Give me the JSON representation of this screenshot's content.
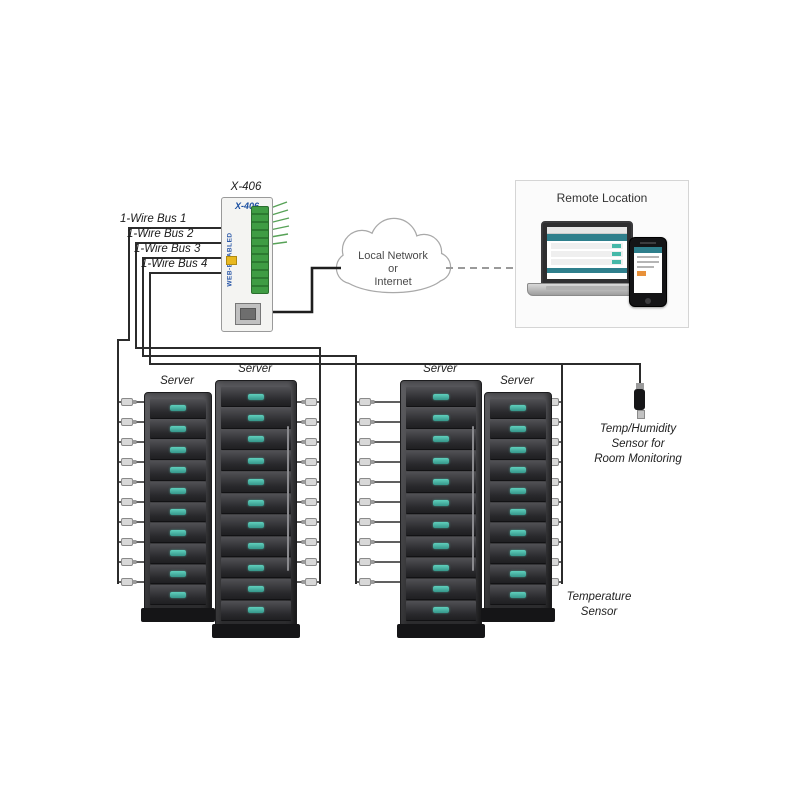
{
  "device": {
    "title": "X-406",
    "brand": "X-406",
    "side_label": "WEB-ENABLED"
  },
  "bus_labels": [
    "1-Wire Bus 1",
    "1-Wire Bus 2",
    "1-Wire Bus 3",
    "1-Wire Bus 4"
  ],
  "cloud": {
    "lines": [
      "Local Network",
      "or",
      "Internet"
    ]
  },
  "remote": {
    "title": "Remote Location"
  },
  "racks": [
    {
      "label": "Server",
      "units": 10
    },
    {
      "label": "Server",
      "units": 11
    },
    {
      "label": "Server",
      "units": 11
    },
    {
      "label": "Server",
      "units": 10
    }
  ],
  "sensors": {
    "per_column": 10,
    "room_label_lines": [
      "Temp/Humidity",
      "Sensor for",
      "Room Monitoring"
    ],
    "temp_label_lines": [
      "Temperature",
      "Sensor"
    ]
  },
  "colors": {
    "led_teal": "#45b8a8",
    "wire_black": "#2b2b2b",
    "pcb_green": "#3f9c44",
    "logo_blue": "#1b4fa0"
  }
}
